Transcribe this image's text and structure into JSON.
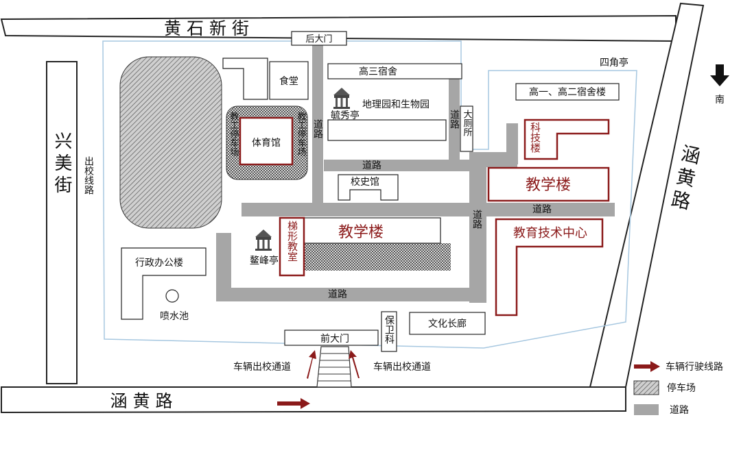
{
  "streets": {
    "north": "黄石新街",
    "west": "兴美街",
    "east": "涵黄路",
    "south": "涵黄路"
  },
  "compass": {
    "label": "南"
  },
  "gates": {
    "back": "后大门",
    "front": "前大门"
  },
  "buildings": {
    "canteen": "食堂",
    "senior3_dorm": "高三宿舍",
    "geo_bio_garden": "地理园和生物园",
    "toilet": "大厕所",
    "gym": "体育馆",
    "staff_parking": "教工停车场",
    "history_hall": "校史馆",
    "sijiao_pavilion": "四角亭",
    "senior12_dorm": "高一、高二宿舍楼",
    "science_building": "科技楼",
    "teaching_building_east": "教学楼",
    "teaching_building_center": "教学楼",
    "edu_tech_center": "教育技术中心",
    "lecture_hall": "梯形教室",
    "admin_building": "行政办公楼",
    "fountain": "喷水池",
    "guard": "保卫科",
    "culture_corridor": "文化长廊",
    "yuxiu_pavilion": "毓秀亭",
    "aofeng_pavilion": "鳌峰亭"
  },
  "roads": {
    "exit_route": "出校线路",
    "road": "道路",
    "vehicle_lane": "车辆出校通道"
  },
  "legend": {
    "route": "车辆行驶线路",
    "parking": "停车场",
    "road": "道路"
  },
  "colors": {
    "accent_red": "#8b1a1a",
    "road_gray": "#a6a6a6",
    "boundary_blue": "#a6c7e0",
    "outline": "#222222"
  }
}
